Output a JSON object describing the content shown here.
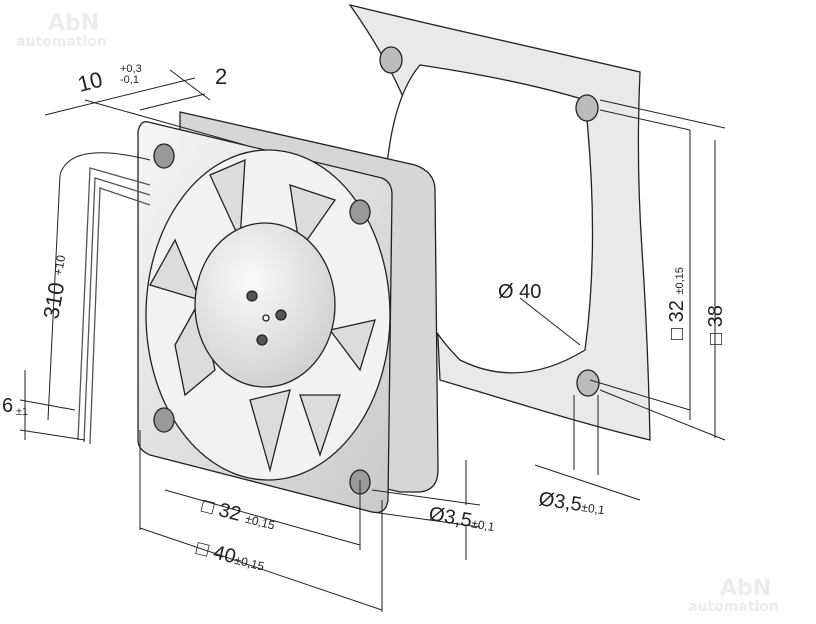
{
  "watermark": {
    "line1": "AbN",
    "line2": "automation"
  },
  "dimensions": {
    "depth": {
      "value": "10",
      "tol_plus": "+0,3",
      "tol_minus": "-0,1"
    },
    "flange": {
      "value": "2"
    },
    "lead_length": {
      "value": "310",
      "tol": "+10"
    },
    "lead_strip": {
      "value": "6",
      "tol": "±1"
    },
    "hole_pitch_front": {
      "prefix": "□",
      "value": "32",
      "tol": "±0,15"
    },
    "frame_size": {
      "prefix": "□",
      "value": "40",
      "tol": "±0,15"
    },
    "hole_dia_front": {
      "value": "Ø3,5",
      "tol": "±0,1"
    },
    "hole_dia_gasket": {
      "value": "Ø3,5",
      "tol": "±0,1"
    },
    "opening_dia": {
      "value": "Ø 40"
    },
    "gasket_pitch": {
      "prefix": "□",
      "value": "32",
      "tol": "±0,15"
    },
    "gasket_size": {
      "prefix": "□",
      "value": "38"
    }
  },
  "colors": {
    "line": "#222222",
    "body": "#e6e6e6",
    "gasket": "#e9e9e9"
  }
}
